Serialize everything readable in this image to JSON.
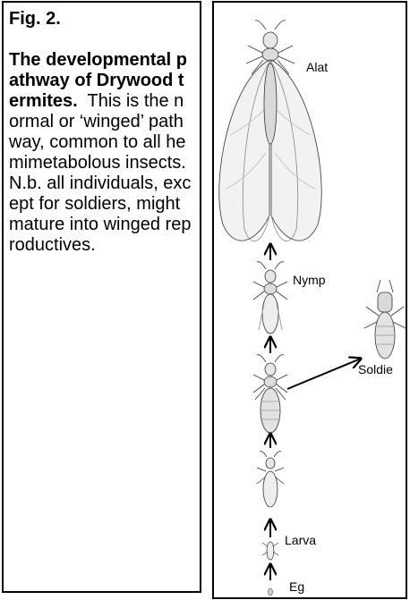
{
  "caption": {
    "fig_label": "Fig. 2.",
    "title": "The developmental pathway of Drywood termites.",
    "body": "This is the normal or ‘winged’ pathway, common to all hemimetabolous insects.  N.b. all individuals, except for soldiers, might mature into winged reproductives."
  },
  "diagram": {
    "labels": {
      "alate": "Alat",
      "nymph": "Nymp",
      "soldier": "Soldie",
      "larva": "Larva",
      "egg": "Eg"
    }
  }
}
